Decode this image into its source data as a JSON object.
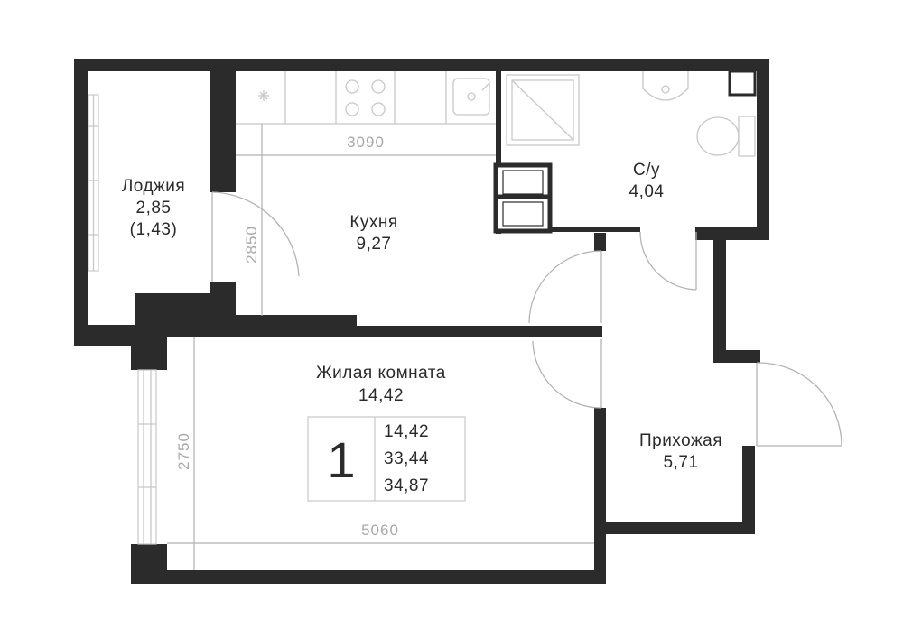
{
  "rooms": {
    "loggia": {
      "name": "Лоджия",
      "area": "2,85",
      "area_reduced": "(1,43)"
    },
    "kitchen": {
      "name": "Кухня",
      "area": "9,27"
    },
    "bathroom": {
      "name": "С/у",
      "area": "4,04"
    },
    "living": {
      "name": "Жилая комната",
      "area": "14,42"
    },
    "hall": {
      "name": "Прихожая",
      "area": "5,71"
    }
  },
  "dimensions": {
    "kitchen_width": "3090",
    "kitchen_depth": "2850",
    "living_depth": "2750",
    "living_width": "5060"
  },
  "summary": {
    "rooms_count": "1",
    "living_area": "14,42",
    "total_area": "33,44",
    "total_area_with_loggia": "34,87"
  },
  "colors": {
    "wall": "#2b2b2b",
    "fixture_line": "#c8c8c8",
    "dimension_text": "#a8a8a8"
  }
}
